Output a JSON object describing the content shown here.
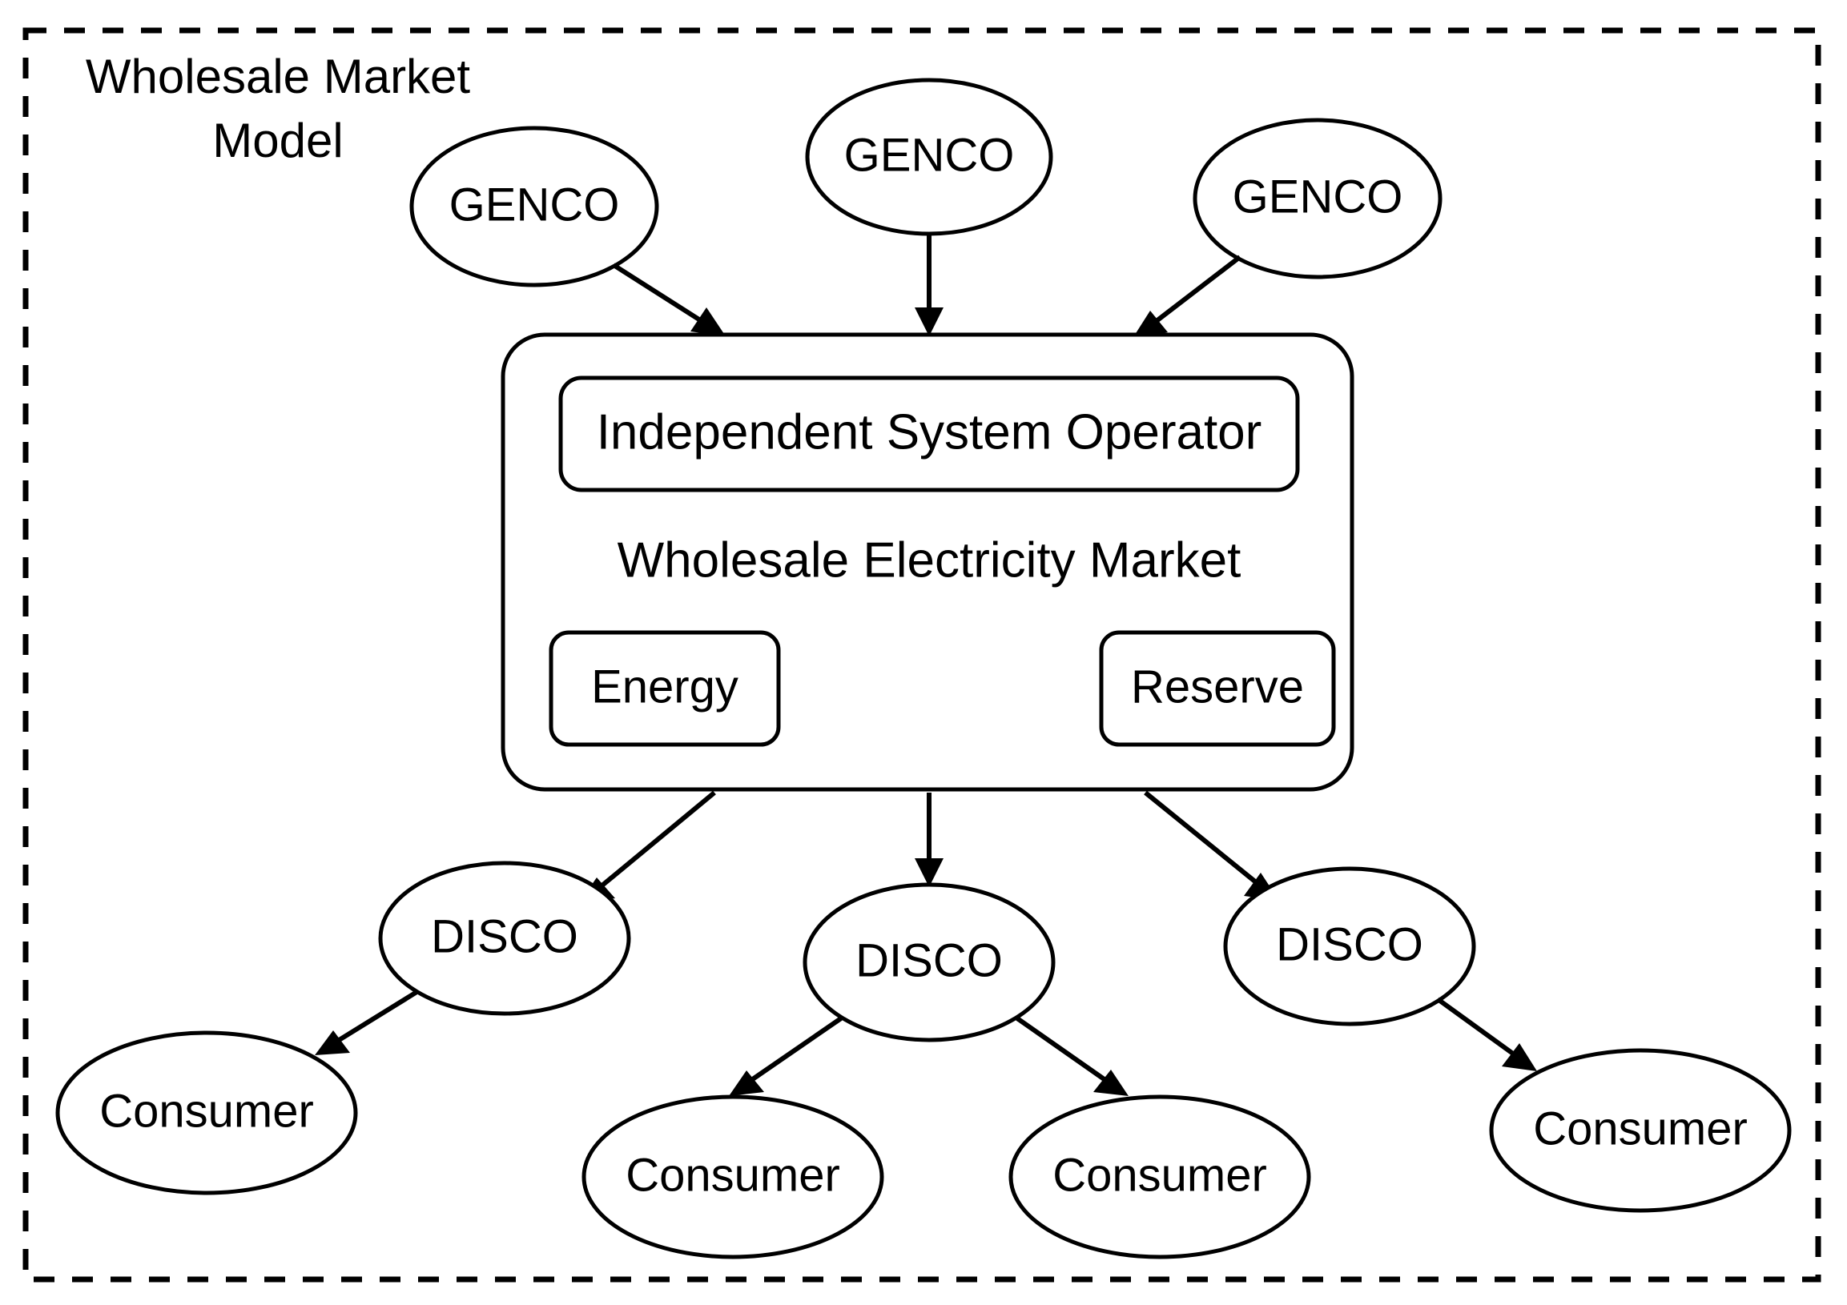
{
  "diagram": {
    "title_line1": "Wholesale Market",
    "title_line2": "Model",
    "boundary_style": "dashed",
    "colors": {
      "stroke": "#000000",
      "fill": "#ffffff",
      "background": "#ffffff"
    }
  },
  "generators": [
    {
      "label": "GENCO"
    },
    {
      "label": "GENCO"
    },
    {
      "label": "GENCO"
    }
  ],
  "market": {
    "operator_label": "Independent System Operator",
    "market_label": "Wholesale Electricity Market",
    "products": [
      {
        "label": "Energy"
      },
      {
        "label": "Reserve"
      }
    ]
  },
  "distributors": [
    {
      "label": "DISCO"
    },
    {
      "label": "DISCO"
    },
    {
      "label": "DISCO"
    }
  ],
  "consumers": [
    {
      "label": "Consumer"
    },
    {
      "label": "Consumer"
    },
    {
      "label": "Consumer"
    },
    {
      "label": "Consumer"
    }
  ]
}
